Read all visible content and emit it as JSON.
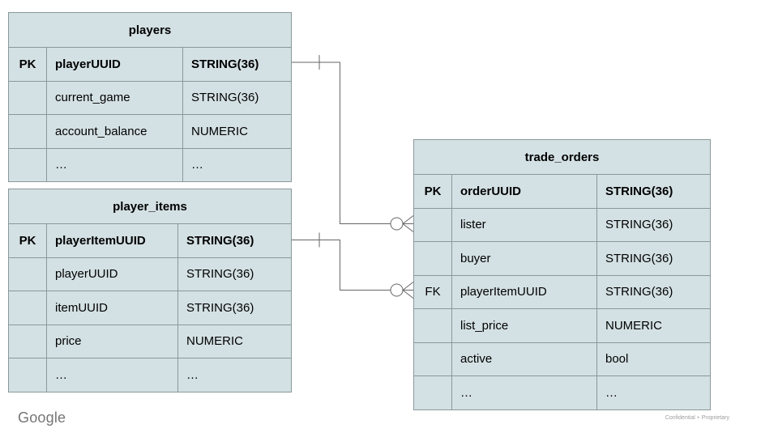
{
  "page": {
    "footer": {
      "logo_text": "Google",
      "confidential_label": "Confidential + Proprietary"
    },
    "colors": {
      "table_fill": "#d4e1e4",
      "table_border": "#8a9899",
      "connector": "#666666",
      "text": "#000000",
      "logo_gray": "#757575",
      "confidential_gray": "#9e9e9e"
    }
  },
  "diagram": {
    "tables": {
      "players": {
        "title": "players",
        "rows": [
          {
            "key": "PK",
            "name": "playerUUID",
            "type": "STRING(36)"
          },
          {
            "key": "",
            "name": "current_game",
            "type": "STRING(36)"
          },
          {
            "key": "",
            "name": "account_balance",
            "type": "NUMERIC"
          },
          {
            "key": "",
            "name": "…",
            "type": "…"
          }
        ]
      },
      "player_items": {
        "title": "player_items",
        "rows": [
          {
            "key": "PK",
            "name": "playerItemUUID",
            "type": "STRING(36)"
          },
          {
            "key": "",
            "name": "playerUUID",
            "type": "STRING(36)"
          },
          {
            "key": "",
            "name": "itemUUID",
            "type": "STRING(36)"
          },
          {
            "key": "",
            "name": "price",
            "type": "NUMERIC"
          },
          {
            "key": "",
            "name": "…",
            "type": "…"
          }
        ]
      },
      "trade_orders": {
        "title": "trade_orders",
        "rows": [
          {
            "key": "PK",
            "name": "orderUUID",
            "type": "STRING(36)"
          },
          {
            "key": "",
            "name": "lister",
            "type": "STRING(36)"
          },
          {
            "key": "",
            "name": "buyer",
            "type": "STRING(36)"
          },
          {
            "key": "FK",
            "name": "playerItemUUID",
            "type": "STRING(36)"
          },
          {
            "key": "",
            "name": "list_price",
            "type": "NUMERIC"
          },
          {
            "key": "",
            "name": "active",
            "type": "bool"
          },
          {
            "key": "",
            "name": "…",
            "type": "…"
          }
        ]
      }
    },
    "relationships": [
      {
        "from": "players.playerUUID",
        "to": "trade_orders.lister",
        "from_cardinality": "one",
        "to_cardinality": "zero-or-many"
      },
      {
        "from": "player_items.playerItemUUID",
        "to": "trade_orders.playerItemUUID",
        "from_cardinality": "one",
        "to_cardinality": "zero-or-many"
      }
    ]
  }
}
